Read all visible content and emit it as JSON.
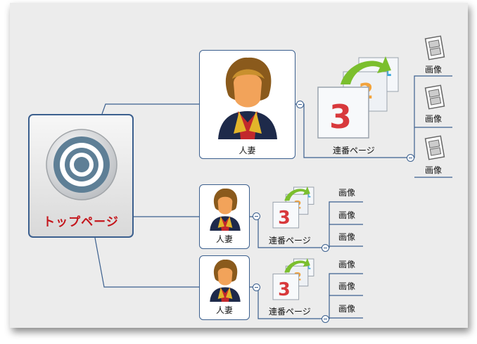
{
  "root": {
    "label": "トップページ",
    "icon": "target-icon"
  },
  "branches": [
    {
      "person_label": "人妻",
      "person_icon": "woman-avatar-icon",
      "sequence_label": "連番ページ",
      "sequence_icon": "numbered-pages-icon",
      "image_label": "画像",
      "images": [
        "画像",
        "画像",
        "画像"
      ]
    },
    {
      "person_label": "人妻",
      "person_icon": "woman-avatar-icon",
      "sequence_label": "連番ページ",
      "sequence_icon": "numbered-pages-icon",
      "images": [
        "画像",
        "画像",
        "画像"
      ]
    },
    {
      "person_label": "人妻",
      "person_icon": "woman-avatar-icon",
      "sequence_label": "連番ページ",
      "sequence_icon": "numbered-pages-icon",
      "images": [
        "画像",
        "画像",
        "画像"
      ]
    }
  ],
  "colors": {
    "line": "#3b5f8e",
    "root_label": "#c4161c",
    "canvas": "#ececec"
  }
}
